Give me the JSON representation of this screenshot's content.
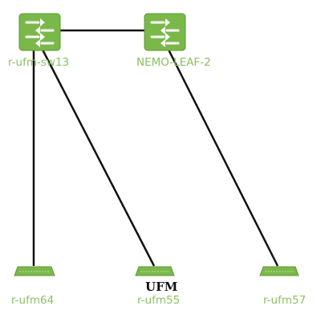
{
  "colors": {
    "node_green": "#7ab84a",
    "node_green_dark": "#5f9a35",
    "label_green": "#8cc060",
    "link_black": "#111111",
    "ufm_text": "#111111"
  },
  "switches": [
    {
      "id": "sw1",
      "label": "r-ufm-sw13",
      "icon": "network-switch-icon"
    },
    {
      "id": "sw2",
      "label": "NEMO-LEAF-2",
      "icon": "network-switch-icon"
    }
  ],
  "hosts": [
    {
      "id": "h1",
      "label": "r-ufm64",
      "icon": "host-adapter-icon"
    },
    {
      "id": "h2",
      "label": "r-ufm55",
      "icon": "host-adapter-icon",
      "tag": "UFM"
    },
    {
      "id": "h3",
      "label": "r-ufm57",
      "icon": "host-adapter-icon"
    }
  ],
  "links": [
    {
      "from": "sw1",
      "to": "sw2"
    },
    {
      "from": "sw1",
      "to": "h1"
    },
    {
      "from": "sw1",
      "to": "h2"
    },
    {
      "from": "sw2",
      "to": "h3"
    }
  ]
}
